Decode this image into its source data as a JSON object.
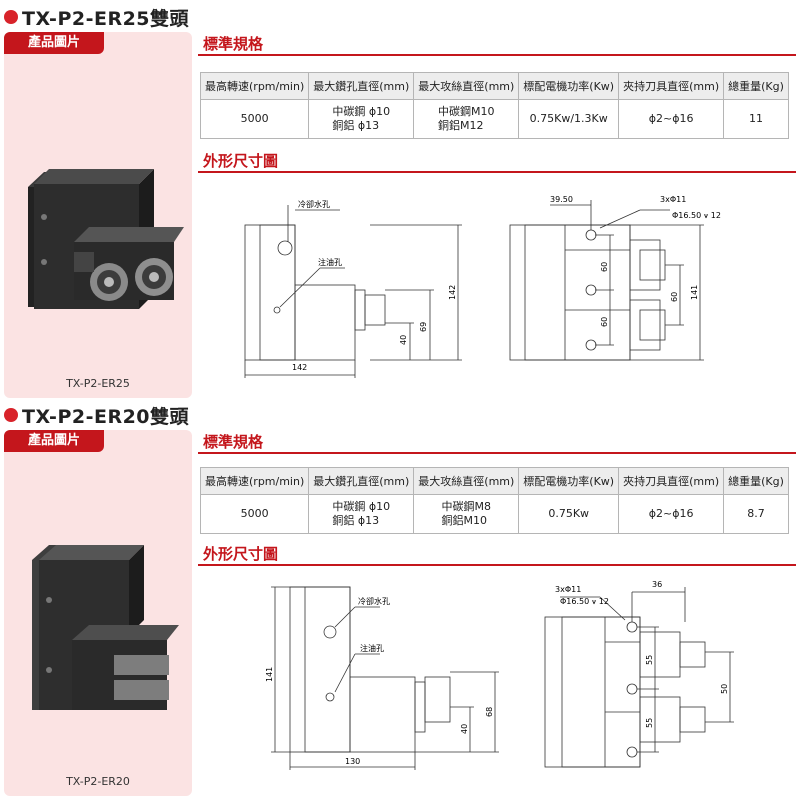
{
  "sections": [
    {
      "title": "TX-P2-ER25雙頭",
      "photo_tab": "產品圖片",
      "photo_caption": "TX-P2-ER25",
      "spec_title": "標準規格",
      "table_headers": [
        "最高轉速(rpm/min)",
        "最大鑽孔直徑(mm)",
        "最大攻絲直徑(mm)",
        "標配電機功率(Kw)",
        "夾持刀具直徑(mm)",
        "總重量(Kg)"
      ],
      "table_row": {
        "speed": "5000",
        "drill_1": "中碳鋼 ϕ10",
        "drill_2": "銅鋁 ϕ13",
        "tap_1": "中碳鋼M10",
        "tap_2": "銅鋁M12",
        "power": "0.75Kw/1.3Kw",
        "clamp": "ϕ2~ϕ16",
        "weight": "11"
      },
      "dim_title": "外形尺寸圖",
      "dims": {
        "coolant_hole": "冷卻水孔",
        "oil_hole": "注油孔",
        "width": "142",
        "height": "142",
        "h69": "69",
        "h40": "40",
        "offset": "39.50",
        "hole_spec": "3xΦ11",
        "counterbore": "Φ16.50 ⩛ 12",
        "pitch1": "60",
        "pitch2": "60",
        "center": "60",
        "side_height": "141"
      }
    },
    {
      "title": "TX-P2-ER20雙頭",
      "photo_tab": "產品圖片",
      "photo_caption": "TX-P2-ER20",
      "spec_title": "標準規格",
      "table_headers": [
        "最高轉速(rpm/min)",
        "最大鑽孔直徑(mm)",
        "最大攻絲直徑(mm)",
        "標配電機功率(Kw)",
        "夾持刀具直徑(mm)",
        "總重量(Kg)"
      ],
      "table_row": {
        "speed": "5000",
        "drill_1": "中碳鋼 ϕ10",
        "drill_2": "銅鋁 ϕ13",
        "tap_1": "中碳鋼M8",
        "tap_2": "銅鋁M10",
        "power": "0.75Kw",
        "clamp": "ϕ2~ϕ16",
        "weight": "8.7"
      },
      "dim_title": "外形尺寸圖",
      "dims": {
        "coolant_hole": "冷卻水孔",
        "oil_hole": "注油孔",
        "width": "130",
        "height": "141",
        "h68": "68",
        "h40": "40",
        "hole_spec": "3xΦ11",
        "counterbore": "Φ16.50 ⩛ 12",
        "offset": "36",
        "pitch1": "55",
        "pitch2": "55",
        "center": "50"
      }
    }
  ]
}
